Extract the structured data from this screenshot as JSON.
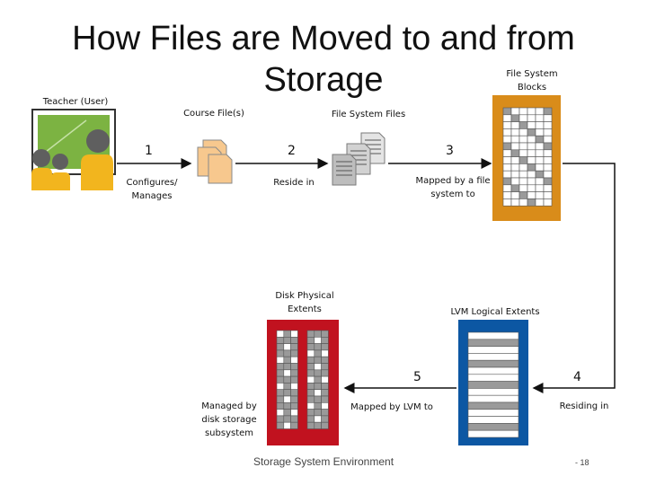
{
  "title": "How Files are Moved to and from Storage",
  "labels": {
    "teacher": "Teacher (User)",
    "course_files": "Course File(s)",
    "fs_files": "File System Files",
    "fs_blocks_line1": "File System",
    "fs_blocks_line2": "Blocks",
    "configures_line1": "Configures/",
    "configures_line2": "Manages",
    "reside_in": "Reside in",
    "mapped_fs_line1": "Mapped by a file",
    "mapped_fs_line2": "system to",
    "disk_extents_line1": "Disk Physical",
    "disk_extents_line2": "Extents",
    "lvm_extents": "LVM Logical Extents",
    "managed_line1": "Managed by",
    "managed_line2": "disk storage",
    "managed_line3": "subsystem",
    "mapped_lvm": "Mapped by LVM to",
    "residing_in": "Residing in"
  },
  "steps": [
    "1",
    "2",
    "3",
    "4",
    "5"
  ],
  "footer": "Storage System Environment",
  "page_number": "- 18",
  "colors": {
    "fs_blocks_box": "#d98c1a",
    "disk_box": "#c1121f",
    "lvm_box": "#0c57a3",
    "whiteboard": "#7cb342",
    "person_yellow": "#f2b51e",
    "person_gray": "#5f5f5f",
    "document": "#f7c88e"
  },
  "icons": [
    "teacher-group-icon",
    "course-files-icon",
    "fs-files-icon",
    "fs-blocks-icon",
    "lvm-extents-icon",
    "disk-extents-icon"
  ]
}
